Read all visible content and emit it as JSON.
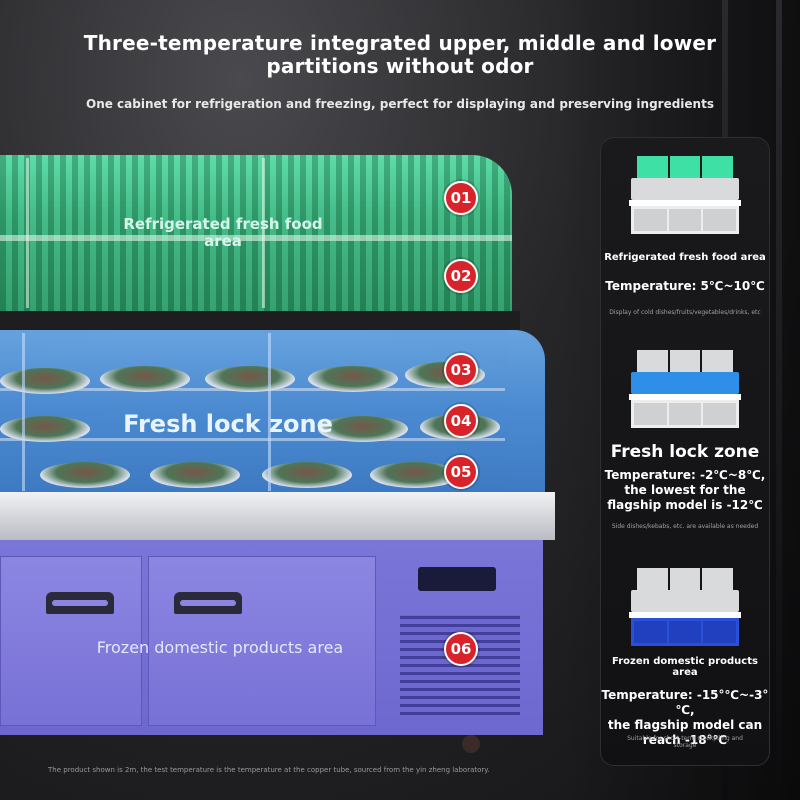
{
  "header": {
    "title_line1": "Three-temperature integrated upper, middle and lower",
    "title_line2": "partitions without odor",
    "subtitle": "One cabinet for refrigeration and freezing, perfect for displaying and preserving ingredients"
  },
  "cabinet": {
    "zone_upper_label_line1": "Refrigerated fresh food",
    "zone_upper_label_line2": "area",
    "zone_middle_label": "Fresh lock zone",
    "zone_lower_label": "Frozen domestic products area",
    "markers": [
      "01",
      "02",
      "03",
      "04",
      "05",
      "06"
    ]
  },
  "footnote": "The product shown is 2m, the test temperature is the temperature at the copper tube, sourced from the yin zheng laboratory.",
  "info_card": {
    "zone1": {
      "title": "Refrigerated fresh food area",
      "temperature": "Temperature: 5℃~10℃",
      "note": "Display of cold dishes/fruits/vegetables/drinks, etc"
    },
    "zone2": {
      "title": "Fresh lock zone",
      "temp_line1": "Temperature: -2℃~8℃,",
      "temp_line2": "the lowest for the",
      "temp_line3": "flagship model is -12℃",
      "note": "Side dishes/kebabs, etc. are available as needed"
    },
    "zone3": {
      "title_line1": "Frozen domestic products",
      "title_line2": "area",
      "temp_line1": "Temperature: -15°℃~-3°℃,",
      "temp_line2": "the flagship model can",
      "temp_line3": "reach -18°℃",
      "note_line1": "Suitable for short-term stockpiling and",
      "note_line2": "storage"
    }
  },
  "colors": {
    "upper_zone": "#3fe0a6",
    "middle_zone": "#2f8fe8",
    "lower_zone": "#2a4fd8",
    "marker": "#d8232a"
  }
}
